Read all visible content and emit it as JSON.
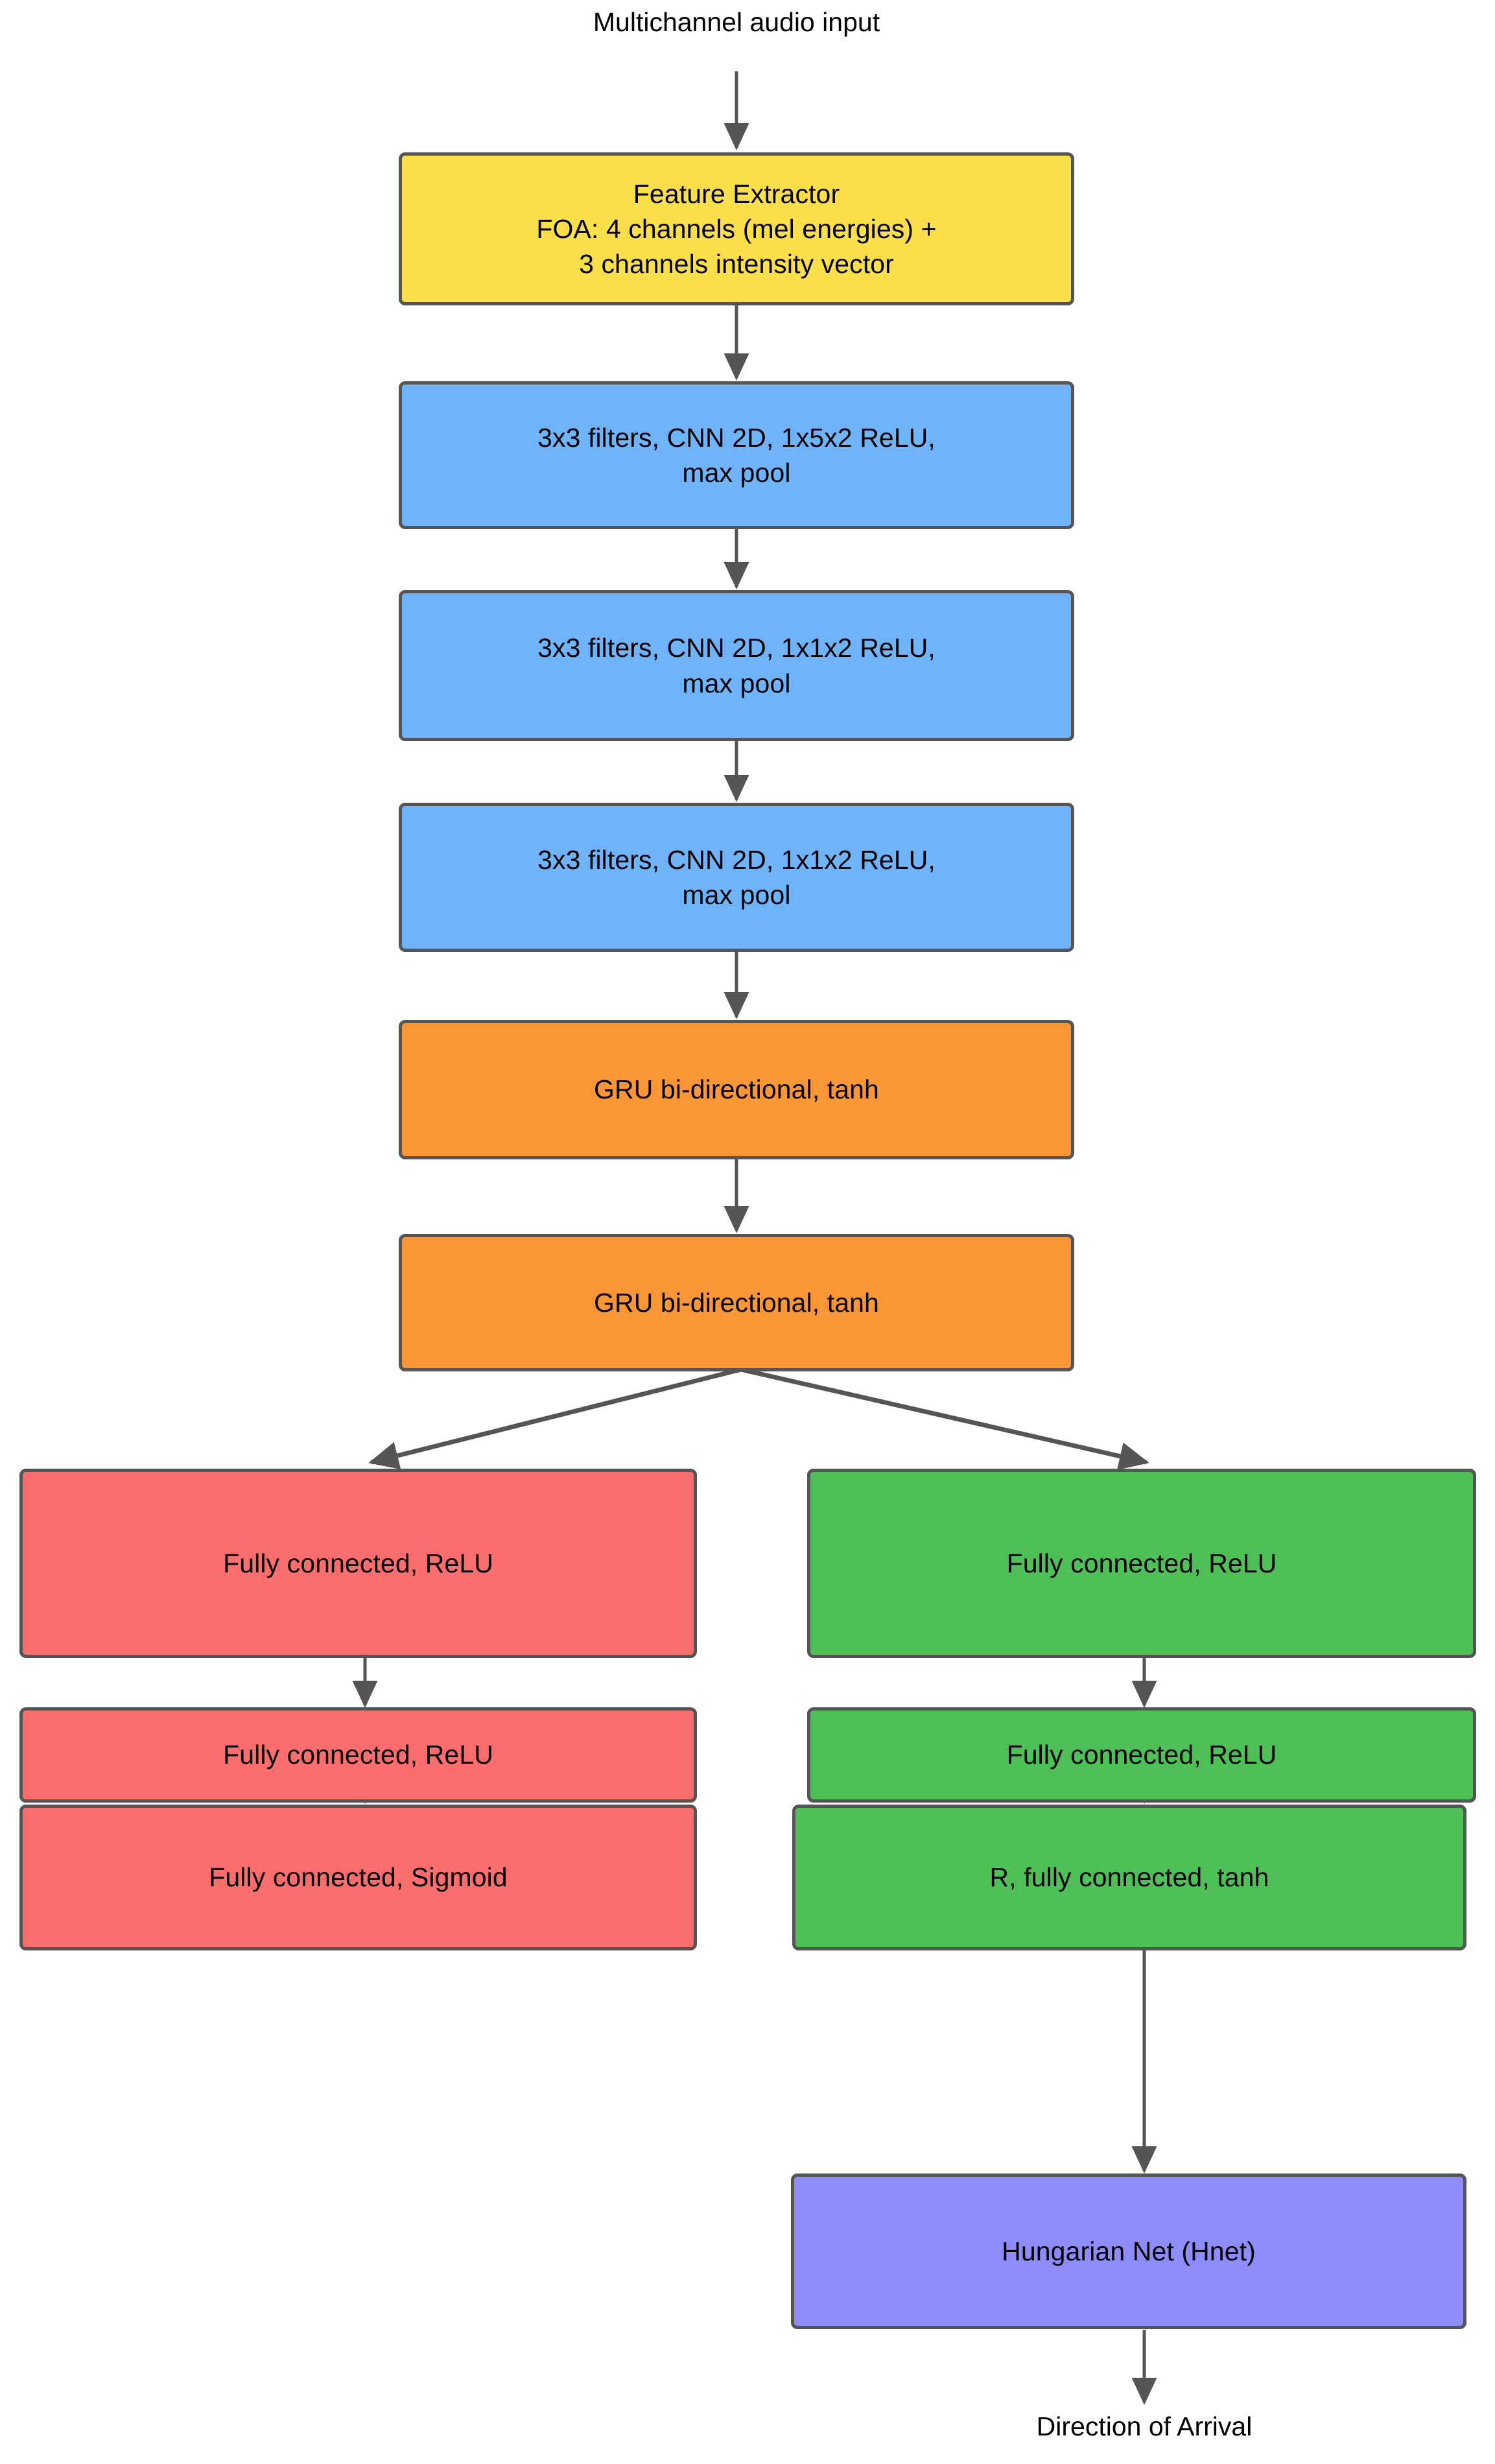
{
  "diagram": {
    "title_caption": "Multichannel audio input",
    "output_caption": "Direction of Arrival",
    "colors": {
      "feature_extractor": "#FADF4B",
      "cnn": "#6FB4FB",
      "gru": "#FB9637",
      "sed_branch": "#FC6D6D",
      "doa_branch": "#4FC057",
      "hnet": "#8E8CFB",
      "border": "#555555",
      "edge": "#555555",
      "text": "#000000",
      "background": "#FFFFFF"
    },
    "nodes": [
      {
        "id": "feature-extractor",
        "label": "Feature Extractor\nFOA: 4 channels (mel energies) +\n3 channels intensity vector"
      },
      {
        "id": "cnn-block-1",
        "label": "3x3 filters, CNN 2D, 1x5x2 ReLU,\nmax pool"
      },
      {
        "id": "cnn-block-2",
        "label": "3x3 filters, CNN 2D, 1x1x2 ReLU,\nmax pool"
      },
      {
        "id": "cnn-block-3",
        "label": "3x3 filters, CNN 2D, 1x1x2 ReLU,\nmax pool"
      },
      {
        "id": "gru-block-1",
        "label": "GRU bi-directional, tanh"
      },
      {
        "id": "gru-block-2",
        "label": "GRU bi-directional, tanh"
      },
      {
        "id": "sed-fc-1",
        "label": "Fully connected, ReLU"
      },
      {
        "id": "sed-fc-2",
        "label": "Fully connected, ReLU"
      },
      {
        "id": "sed-output",
        "label": "Fully connected, Sigmoid"
      },
      {
        "id": "doa-fc-1",
        "label": "Fully connected, ReLU"
      },
      {
        "id": "doa-fc-2",
        "label": "Fully connected, ReLU"
      },
      {
        "id": "doa-output",
        "label": "R, fully connected, tanh"
      },
      {
        "id": "hungarian-net",
        "label": "Hungarian Net (Hnet)"
      }
    ]
  }
}
